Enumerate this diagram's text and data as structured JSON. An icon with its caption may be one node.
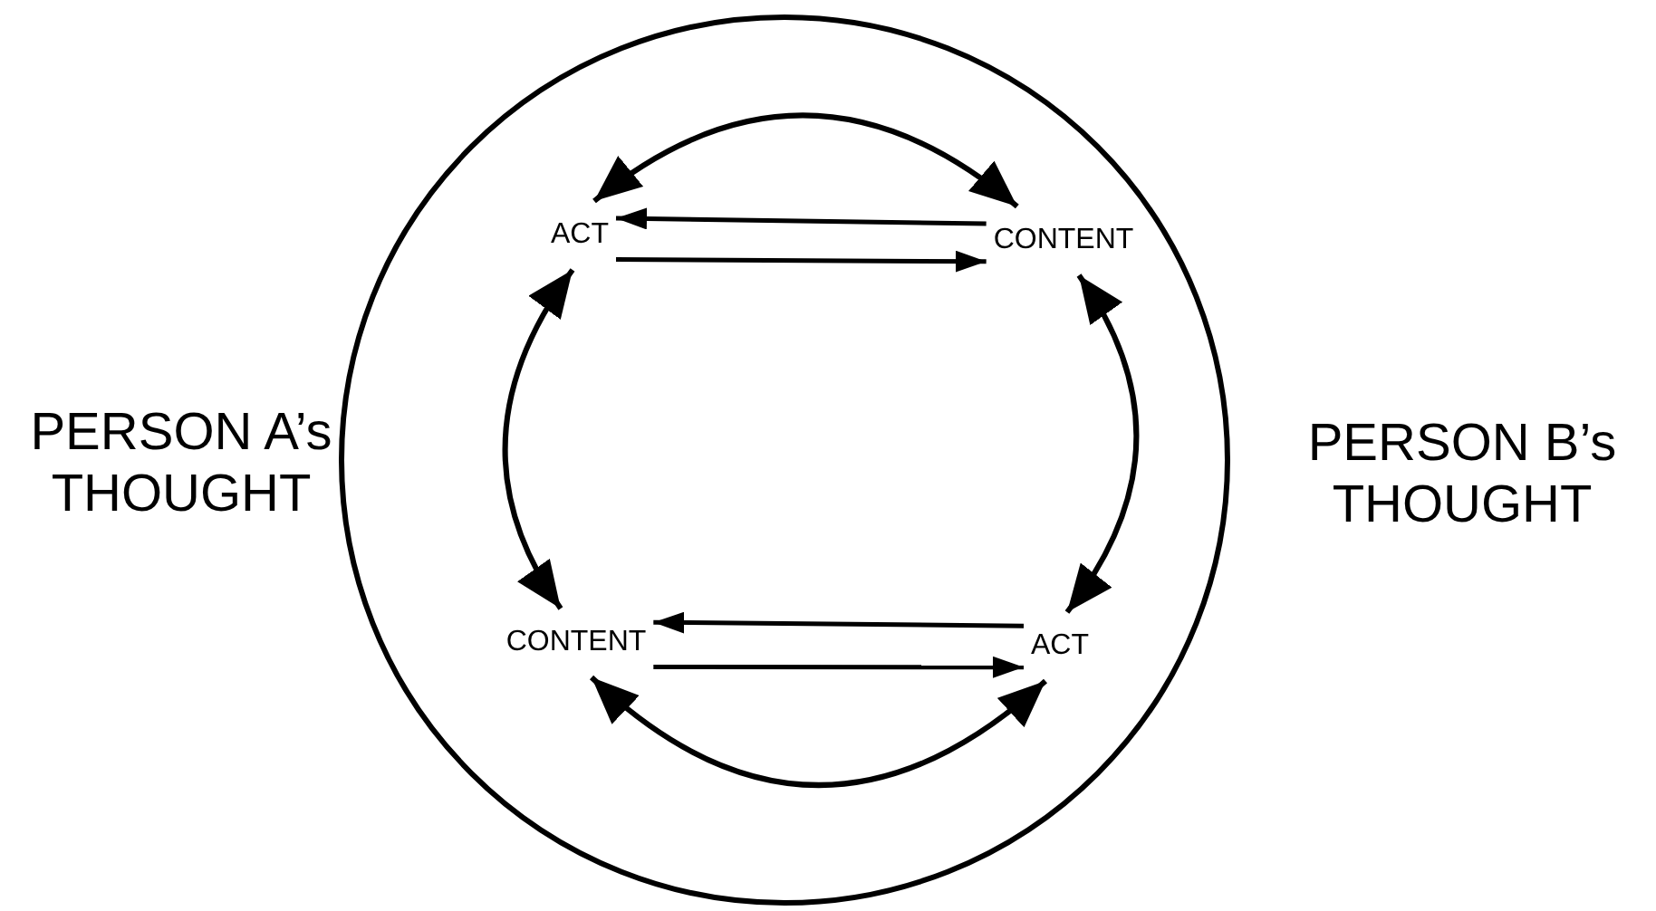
{
  "diagram": {
    "nodes": [
      {
        "text": [],
        "shape": "circle"
      },
      {
        "text": [
          "ACT"
        ],
        "in": 0
      },
      {
        "text": [
          "CONTENT"
        ],
        "in": 0
      },
      {
        "text": [
          "CONTENT"
        ],
        "in": 0
      },
      {
        "text": [
          "ACT"
        ],
        "in": 0
      }
    ],
    "edges": [
      {
        "from": 1,
        "to": 2,
        "arrow": "both"
      },
      {
        "from": 2,
        "to": 1,
        "arrow": "to"
      },
      {
        "from": 1,
        "to": 2,
        "arrow": "to"
      },
      {
        "from": 1,
        "to": 3,
        "arrow": "both"
      },
      {
        "from": 2,
        "to": 4,
        "arrow": "both"
      },
      {
        "from": 4,
        "to": 3,
        "arrow": "to"
      },
      {
        "from": 3,
        "to": 4,
        "arrow": "to"
      },
      {
        "from": 3,
        "to": 4,
        "arrow": "both"
      }
    ],
    "labels": [
      "PERSON A’s THOUGHT",
      "PERSON B’s THOUGHT"
    ]
  }
}
